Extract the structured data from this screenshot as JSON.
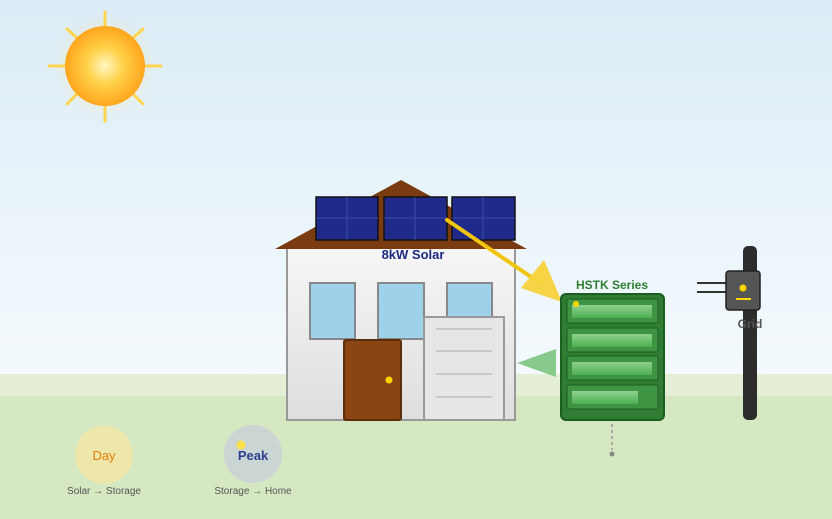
{
  "solar": {
    "label": "8kW Solar"
  },
  "battery": {
    "label": "HSTK Series"
  },
  "grid": {
    "label": "Grid"
  },
  "modes": [
    {
      "name": "Day",
      "flow": "Solar → Storage"
    },
    {
      "name": "Peak",
      "flow": "Storage → Home"
    }
  ],
  "colors": {
    "sky_top": "#dff0f8",
    "sky_bottom": "#f2f9fd",
    "ground": "#d6e8c2",
    "sun": "#ffb820",
    "panel": "#1f2a8a",
    "roof": "#7a3b10",
    "door": "#8b4513",
    "battery": "#2e7d32",
    "battery_cell": "#66bb6a",
    "arrow_solar": "#f7d23b",
    "arrow_battery": "#7cc47f",
    "pole": "#2d2d2d"
  }
}
